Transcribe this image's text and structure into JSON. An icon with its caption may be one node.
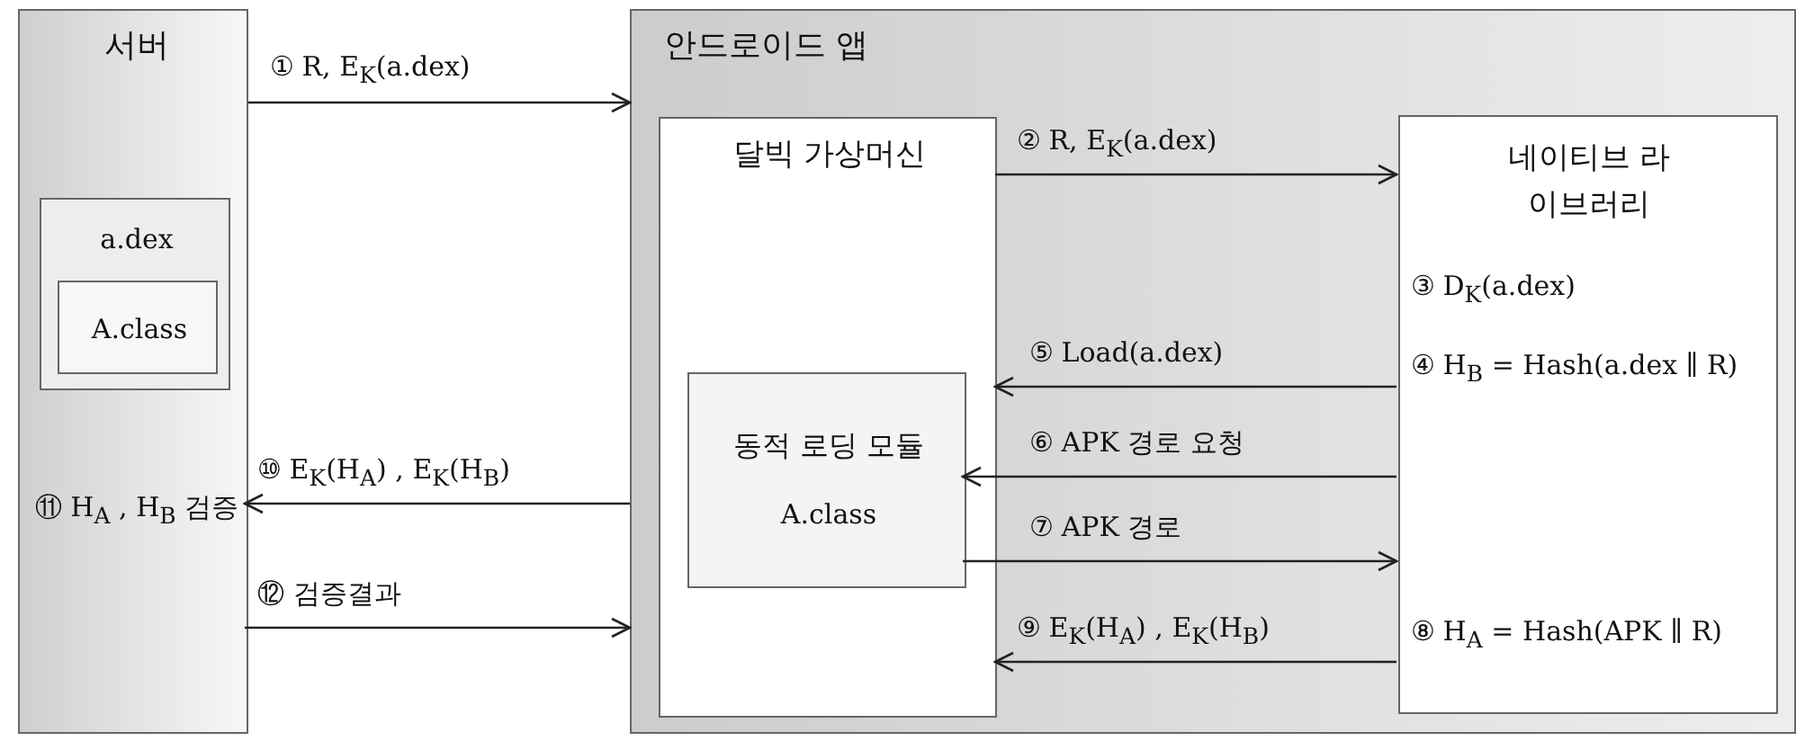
{
  "diagram": {
    "nodes": [
      {
        "text": [
          "서버"
        ]
      },
      {
        "text": [
          "a.dex"
        ],
        "in": 0
      },
      {
        "text": [
          "A.class"
        ],
        "in": 1
      },
      {
        "text": [
          "⑪ H$_{A}$ , H$_{B}$ 검증"
        ],
        "in": 0
      },
      {
        "text": [
          "안드로이드 앱"
        ]
      },
      {
        "text": [
          "달빅 가상머신"
        ],
        "in": 4
      },
      {
        "text": [
          "동적 로딩 모듈",
          "A.class"
        ],
        "in": 5
      },
      {
        "text": [
          "네이티브 라이브러리",
          "③ D$_{K}$(a.dex)",
          "④ H$_{B}$ = Hash(a.dex ∥ R)",
          "⑧ H$_{A}$ = Hash(APK ∥ R)"
        ],
        "in": 4
      }
    ],
    "edges": [
      {
        "from": 0,
        "to": 4,
        "arrow": "to",
        "label": "① R, E$_{K}$(a.dex)"
      },
      {
        "from": 5,
        "to": 7,
        "arrow": "to",
        "label": "② R, E$_{K}$(a.dex)"
      },
      {
        "from": 7,
        "to": 5,
        "arrow": "to",
        "label": "⑤ Load(a.dex)"
      },
      {
        "from": 7,
        "to": 6,
        "arrow": "to",
        "label": "⑥ APK 경로 요청"
      },
      {
        "from": 6,
        "to": 7,
        "arrow": "to",
        "label": "⑦ APK 경로"
      },
      {
        "from": 7,
        "to": 5,
        "arrow": "to",
        "label": "⑨ E$_{K}$(H$_{A}$) , E$_{K}$(H$_{B}$)"
      },
      {
        "from": 4,
        "to": 3,
        "arrow": "to",
        "label": "⑩ E$_{K}$(H$_{A}$) , E$_{K}$(H$_{B}$)"
      },
      {
        "from": 3,
        "to": 4,
        "arrow": "to",
        "label": "⑫ 검증결과"
      }
    ]
  }
}
